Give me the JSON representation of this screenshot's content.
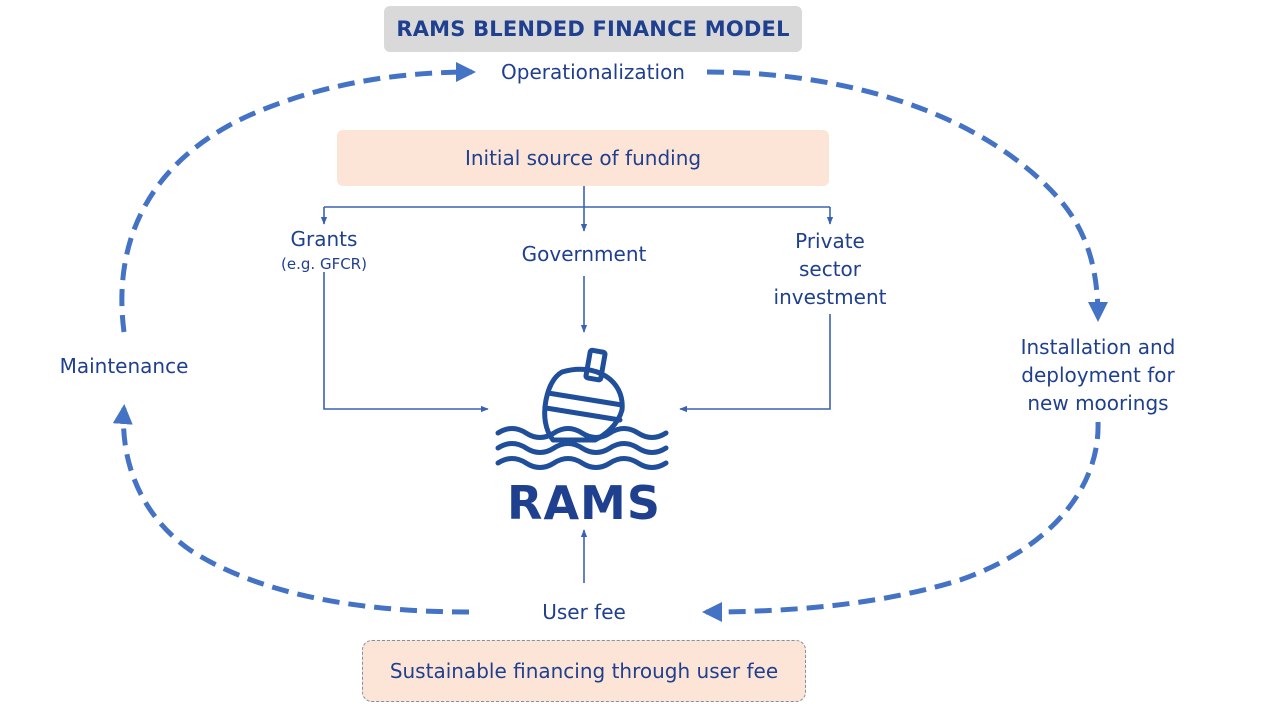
{
  "title": "RAMS BLENDED FINANCE MODEL",
  "cycle": {
    "operationalization": "Operationalization",
    "installation": [
      "Installation and",
      "deployment for",
      "new moorings"
    ],
    "user_fee": "User fee",
    "maintenance": "Maintenance"
  },
  "funding": {
    "header": "Initial source of funding",
    "grants": "Grants",
    "grants_note": "(e.g. GFCR)",
    "government": "Government",
    "private": [
      "Private",
      "sector",
      "investment"
    ]
  },
  "center": {
    "name": "RAMS",
    "icon": "buoy-icon"
  },
  "footer": "Sustainable financing through user fee",
  "colors": {
    "text": "#1f3f8f",
    "arrow": "#4472c4",
    "connector": "#3a62b0",
    "title_bg": "#d9d9d9",
    "box_bg": "#fce4d6"
  }
}
